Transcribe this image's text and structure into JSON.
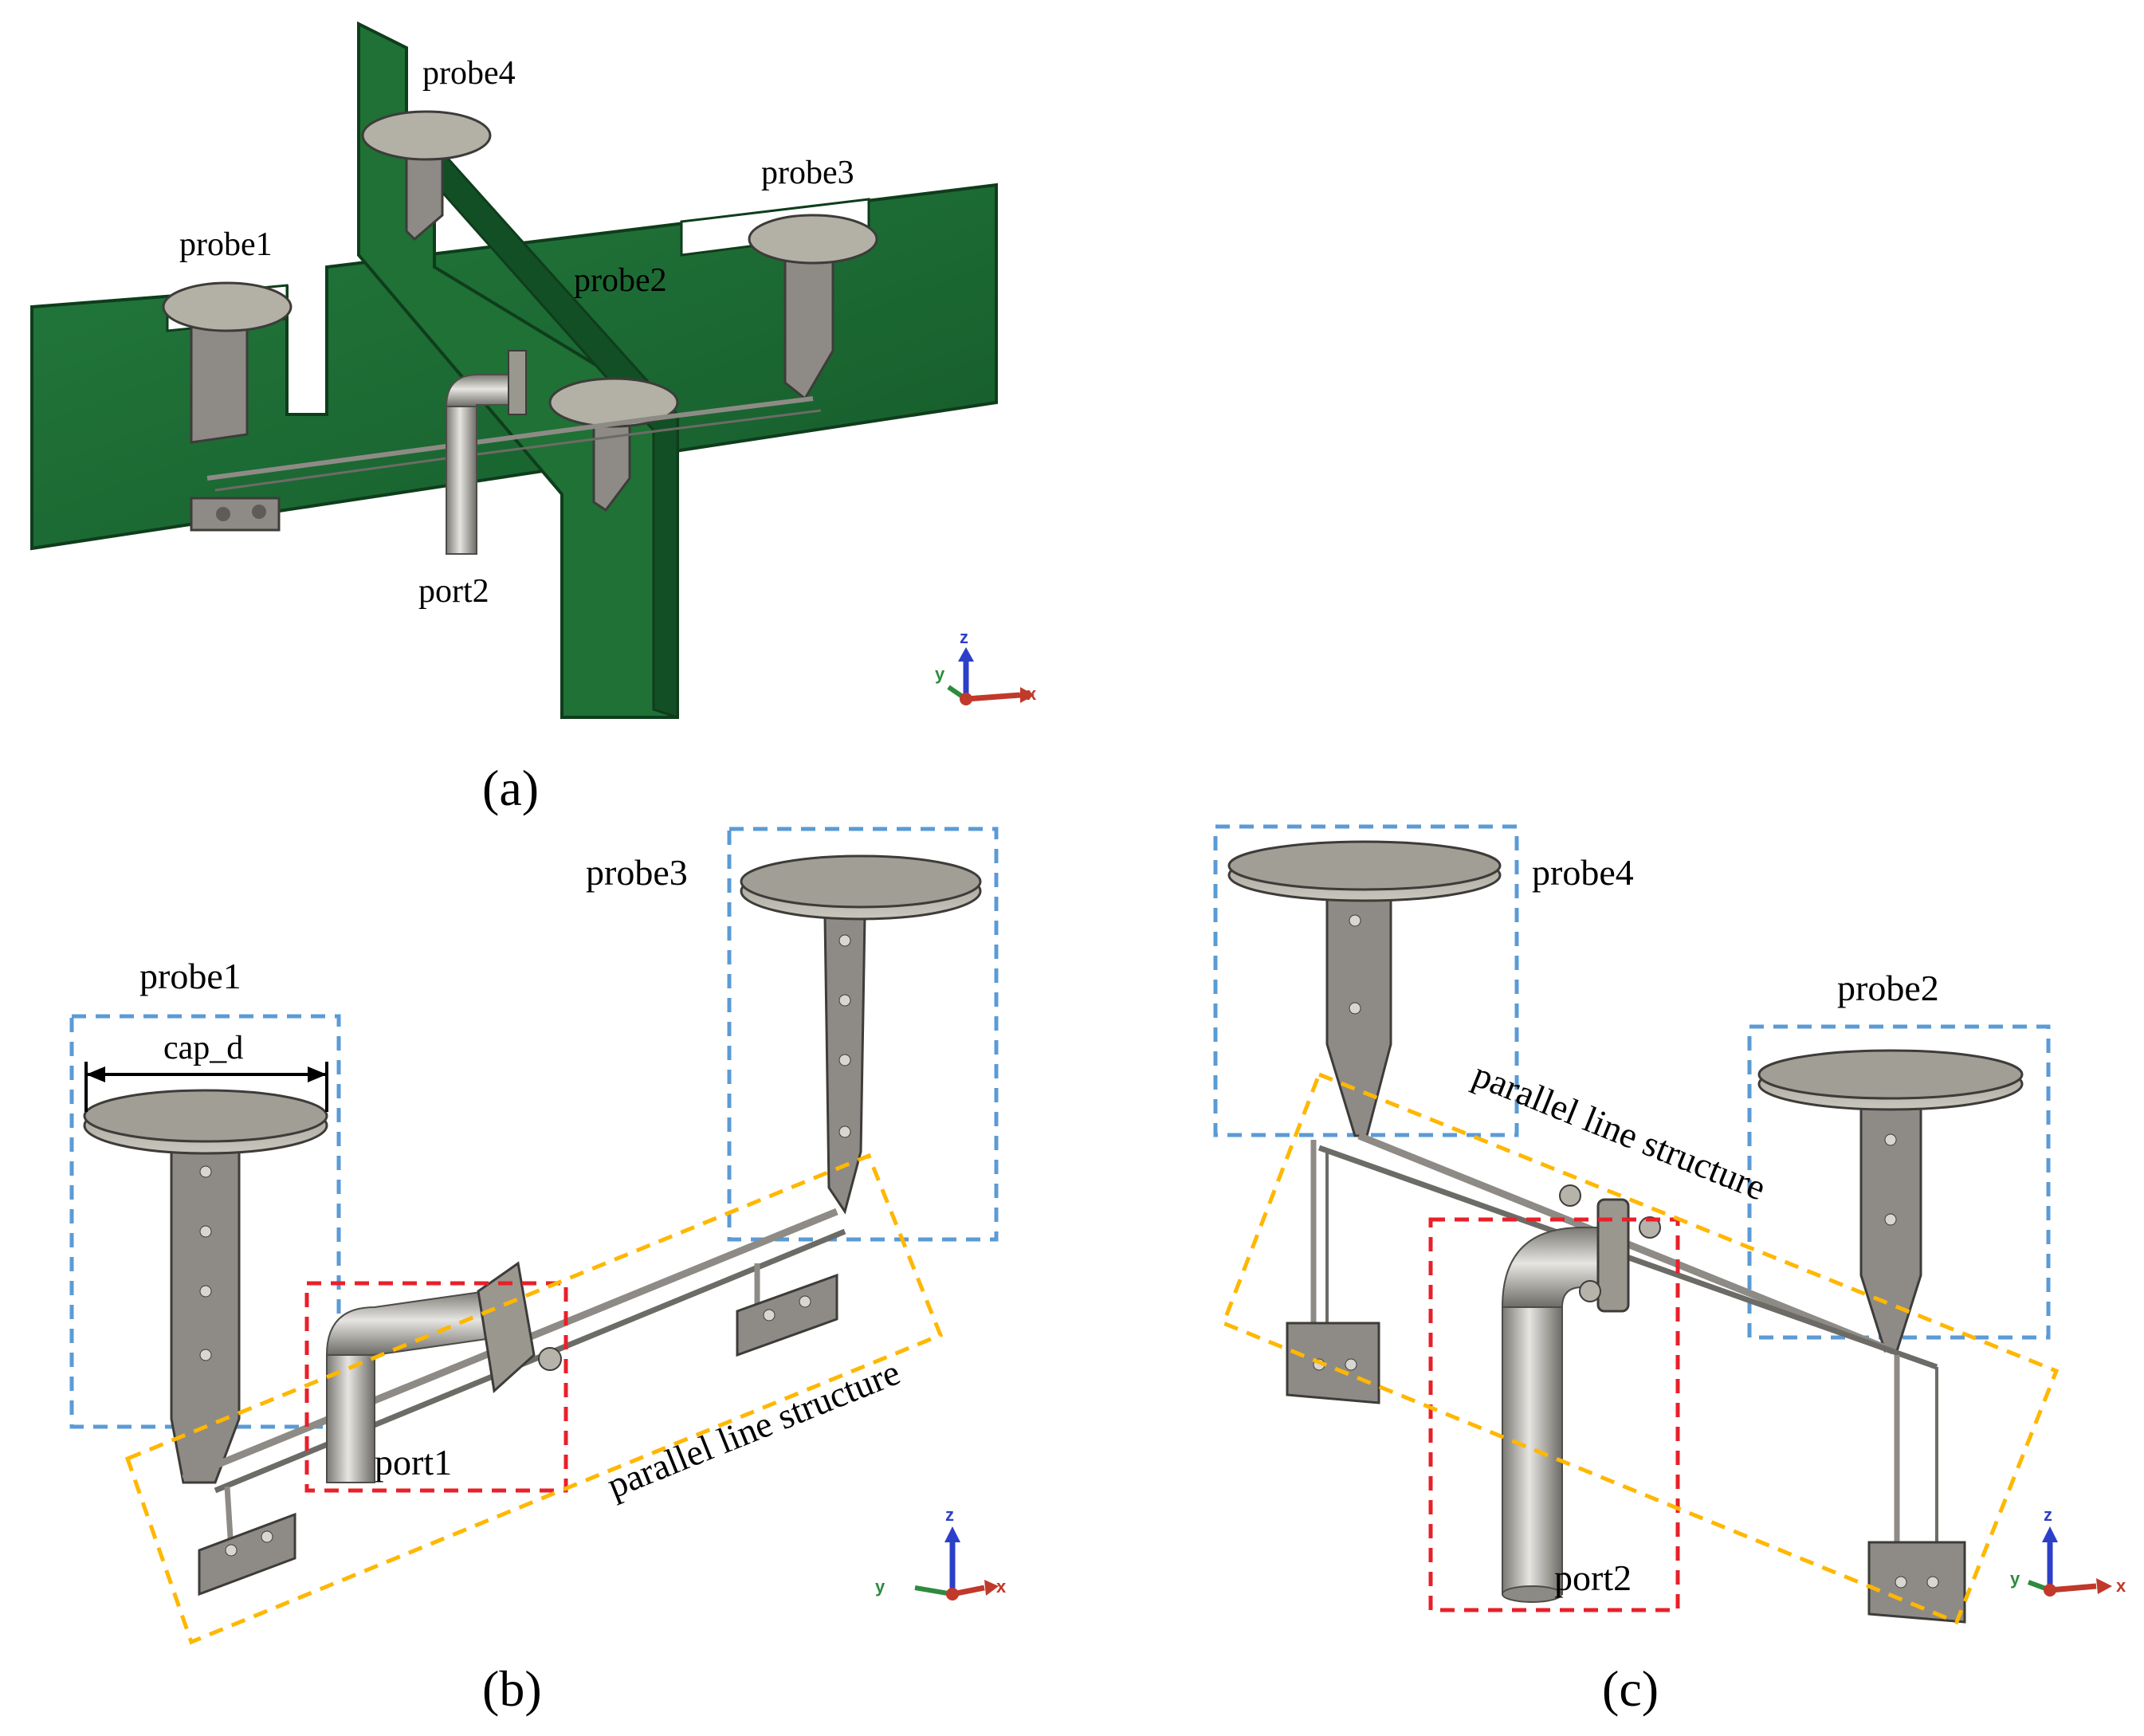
{
  "panel_a": {
    "caption": "(a)",
    "labels": {
      "probe1": "probe1",
      "probe2": "probe2",
      "probe3": "probe3",
      "probe4": "probe4",
      "port2": "port2"
    },
    "axes": {
      "x": "x",
      "y": "y",
      "z": "z"
    }
  },
  "panel_b": {
    "caption": "(b)",
    "labels": {
      "probe1": "probe1",
      "probe3": "probe3",
      "port1": "port1",
      "cap_d": "cap_d",
      "parallel": "parallel line structure"
    },
    "axes": {
      "x": "x",
      "y": "y",
      "z": "z"
    }
  },
  "panel_c": {
    "caption": "(c)",
    "labels": {
      "probe2": "probe2",
      "probe4": "probe4",
      "port2": "port2",
      "parallel": "parallel line structure"
    },
    "axes": {
      "x": "x",
      "y": "y",
      "z": "z"
    }
  },
  "colors": {
    "pcb_green": "#1c6b33",
    "pcb_edge": "#0f3d1c",
    "metal": "#8e8b86",
    "cap": "#b3b0a6",
    "probe_box": "#5b9bd5",
    "parallel_box": "#ffb700",
    "port_box": "#e8202a",
    "axis_x": "#c0392b",
    "axis_y": "#2e8b3e",
    "axis_z": "#2c3fc9"
  }
}
